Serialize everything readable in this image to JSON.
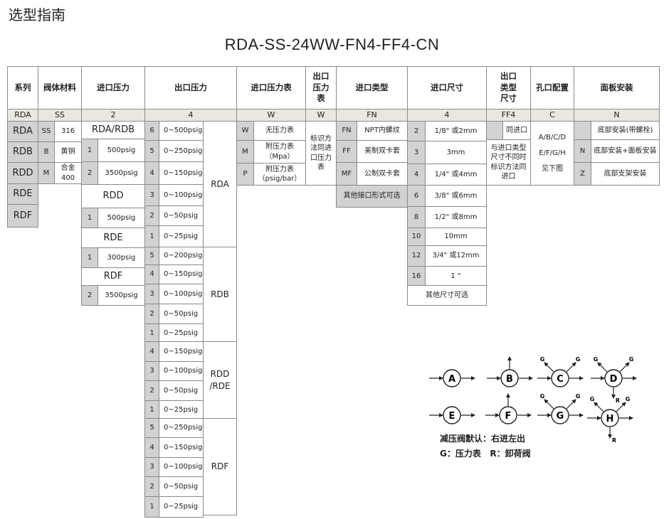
{
  "page_title": "选型指南",
  "model_code": "RDA-SS-24WW-FN4-FF4-CN",
  "headers": {
    "series": "系列",
    "body_material": "阀体材料",
    "inlet_pressure": "进口压力",
    "outlet_pressure": "出口压力",
    "inlet_gauge": "进口压力表",
    "outlet_gauge": "出口\n压力\n表",
    "inlet_type": "进口类型",
    "inlet_size": "进口尺寸",
    "outlet_type_size": "出口\n类型\n尺寸",
    "port_config": "孔口配置",
    "panel_mount": "面板安装"
  },
  "example": {
    "series": "RDA",
    "material": "SS",
    "inlet_pressure": "2",
    "outlet_pressure": "4",
    "inlet_gauge": "W",
    "outlet_gauge": "W",
    "inlet_type": "FN",
    "inlet_size": "4",
    "outlet_type": "FF4",
    "port": "C",
    "panel": "N"
  },
  "series": [
    "RDA",
    "RDB",
    "RDD",
    "RDE",
    "RDF"
  ],
  "materials": [
    {
      "code": "SS",
      "name": "316"
    },
    {
      "code": "B",
      "name": "黄铜"
    },
    {
      "code": "M",
      "name": "合金\n400"
    }
  ],
  "inlet_groups": {
    "rda_rdb": {
      "label": "RDA/RDB",
      "rows": [
        {
          "code": "1",
          "value": "500psig"
        },
        {
          "code": "2",
          "value": "3500psig"
        }
      ],
      "outlet_rows": [
        {
          "code": "6",
          "value": "0~500psig"
        },
        {
          "code": "5",
          "value": "0~250psig"
        },
        {
          "code": "4",
          "value": "0~150psig"
        },
        {
          "code": "3",
          "value": "0~100psig"
        },
        {
          "code": "2",
          "value": "0~50psig"
        },
        {
          "code": "1",
          "value": "0~25psig"
        }
      ],
      "outlet_label": "RDA"
    },
    "rdd": {
      "label": "RDD",
      "rows": [
        {
          "code": "1",
          "value": "500psig"
        }
      ]
    },
    "rde": {
      "label": "RDE",
      "rows": [
        {
          "code": "1",
          "value": "300psig"
        }
      ]
    },
    "rdf": {
      "label": "RDF",
      "rows": [
        {
          "code": "2",
          "value": "3500psig"
        }
      ]
    }
  },
  "outlet_rdb": {
    "label": "RDB",
    "rows": [
      {
        "code": "5",
        "value": "0~200psig"
      },
      {
        "code": "4",
        "value": "0~150psig"
      },
      {
        "code": "3",
        "value": "0~100psig"
      },
      {
        "code": "2",
        "value": "0~50psig"
      },
      {
        "code": "1",
        "value": "0~25psig"
      }
    ]
  },
  "outlet_rdd": {
    "label": "RDD\n/RDE",
    "rows": [
      {
        "code": "4",
        "value": "0~150psig"
      },
      {
        "code": "3",
        "value": "0~100psig"
      },
      {
        "code": "2",
        "value": "0~50psig"
      },
      {
        "code": "1",
        "value": "0~25psig"
      }
    ]
  },
  "outlet_rdf": {
    "label": "RDF",
    "rows": [
      {
        "code": "5",
        "value": "0~250psig"
      },
      {
        "code": "4",
        "value": "0~150psig"
      },
      {
        "code": "3",
        "value": "0~100psig"
      },
      {
        "code": "2",
        "value": "0~50psig"
      },
      {
        "code": "1",
        "value": "0~25psig"
      }
    ]
  },
  "gauges": [
    {
      "code": "W",
      "label": "无压力表"
    },
    {
      "code": "M",
      "label": "附压力表\n（Mpa）"
    },
    {
      "code": "P",
      "label": "附压力表\n（psig/bar）"
    }
  ],
  "outlet_gauge_note": "标识方\n法同进\n口压力\n表",
  "inlet_types": [
    {
      "code": "FN",
      "label": "NPT内螺纹"
    },
    {
      "code": "FF",
      "label": "美制双卡套"
    },
    {
      "code": "MF",
      "label": "公制双卡套"
    }
  ],
  "inlet_type_other": "其他接口形式可选",
  "sizes": [
    {
      "code": "2",
      "label": "1/8\" 或2mm"
    },
    {
      "code": "3",
      "label": "3mm"
    },
    {
      "code": "4",
      "label": "1/4\" 或4mm"
    },
    {
      "code": "6",
      "label": "3/8\" 或6mm"
    },
    {
      "code": "8",
      "label": "1/2\" 或8mm"
    },
    {
      "code": "10",
      "label": "10mm"
    },
    {
      "code": "12",
      "label": "3/4\" 或12mm"
    },
    {
      "code": "16",
      "label": "1 \""
    }
  ],
  "size_other": "其他尺寸可选",
  "outlet_type_same": "同进口",
  "outlet_type_note": "与进口类型\n尺寸不同时\n标识方法同\n进口",
  "port_config": "A/B/C/D\n\nE/F/G/H\n\n见下图",
  "panels": [
    {
      "code": "",
      "label": "底部安装(带螺栓)"
    },
    {
      "code": "N",
      "label": "底部安装+面板安装"
    },
    {
      "code": "Z",
      "label": "底部支架安装"
    }
  ],
  "diagram": {
    "labels": [
      "A",
      "B",
      "C",
      "D",
      "E",
      "F",
      "G",
      "H"
    ],
    "small_labels": {
      "g": "G",
      "r": "R"
    },
    "legend_line1": "减压阀默认：右进左出",
    "legend_line2": "G：压力表   R：卸荷阀"
  }
}
